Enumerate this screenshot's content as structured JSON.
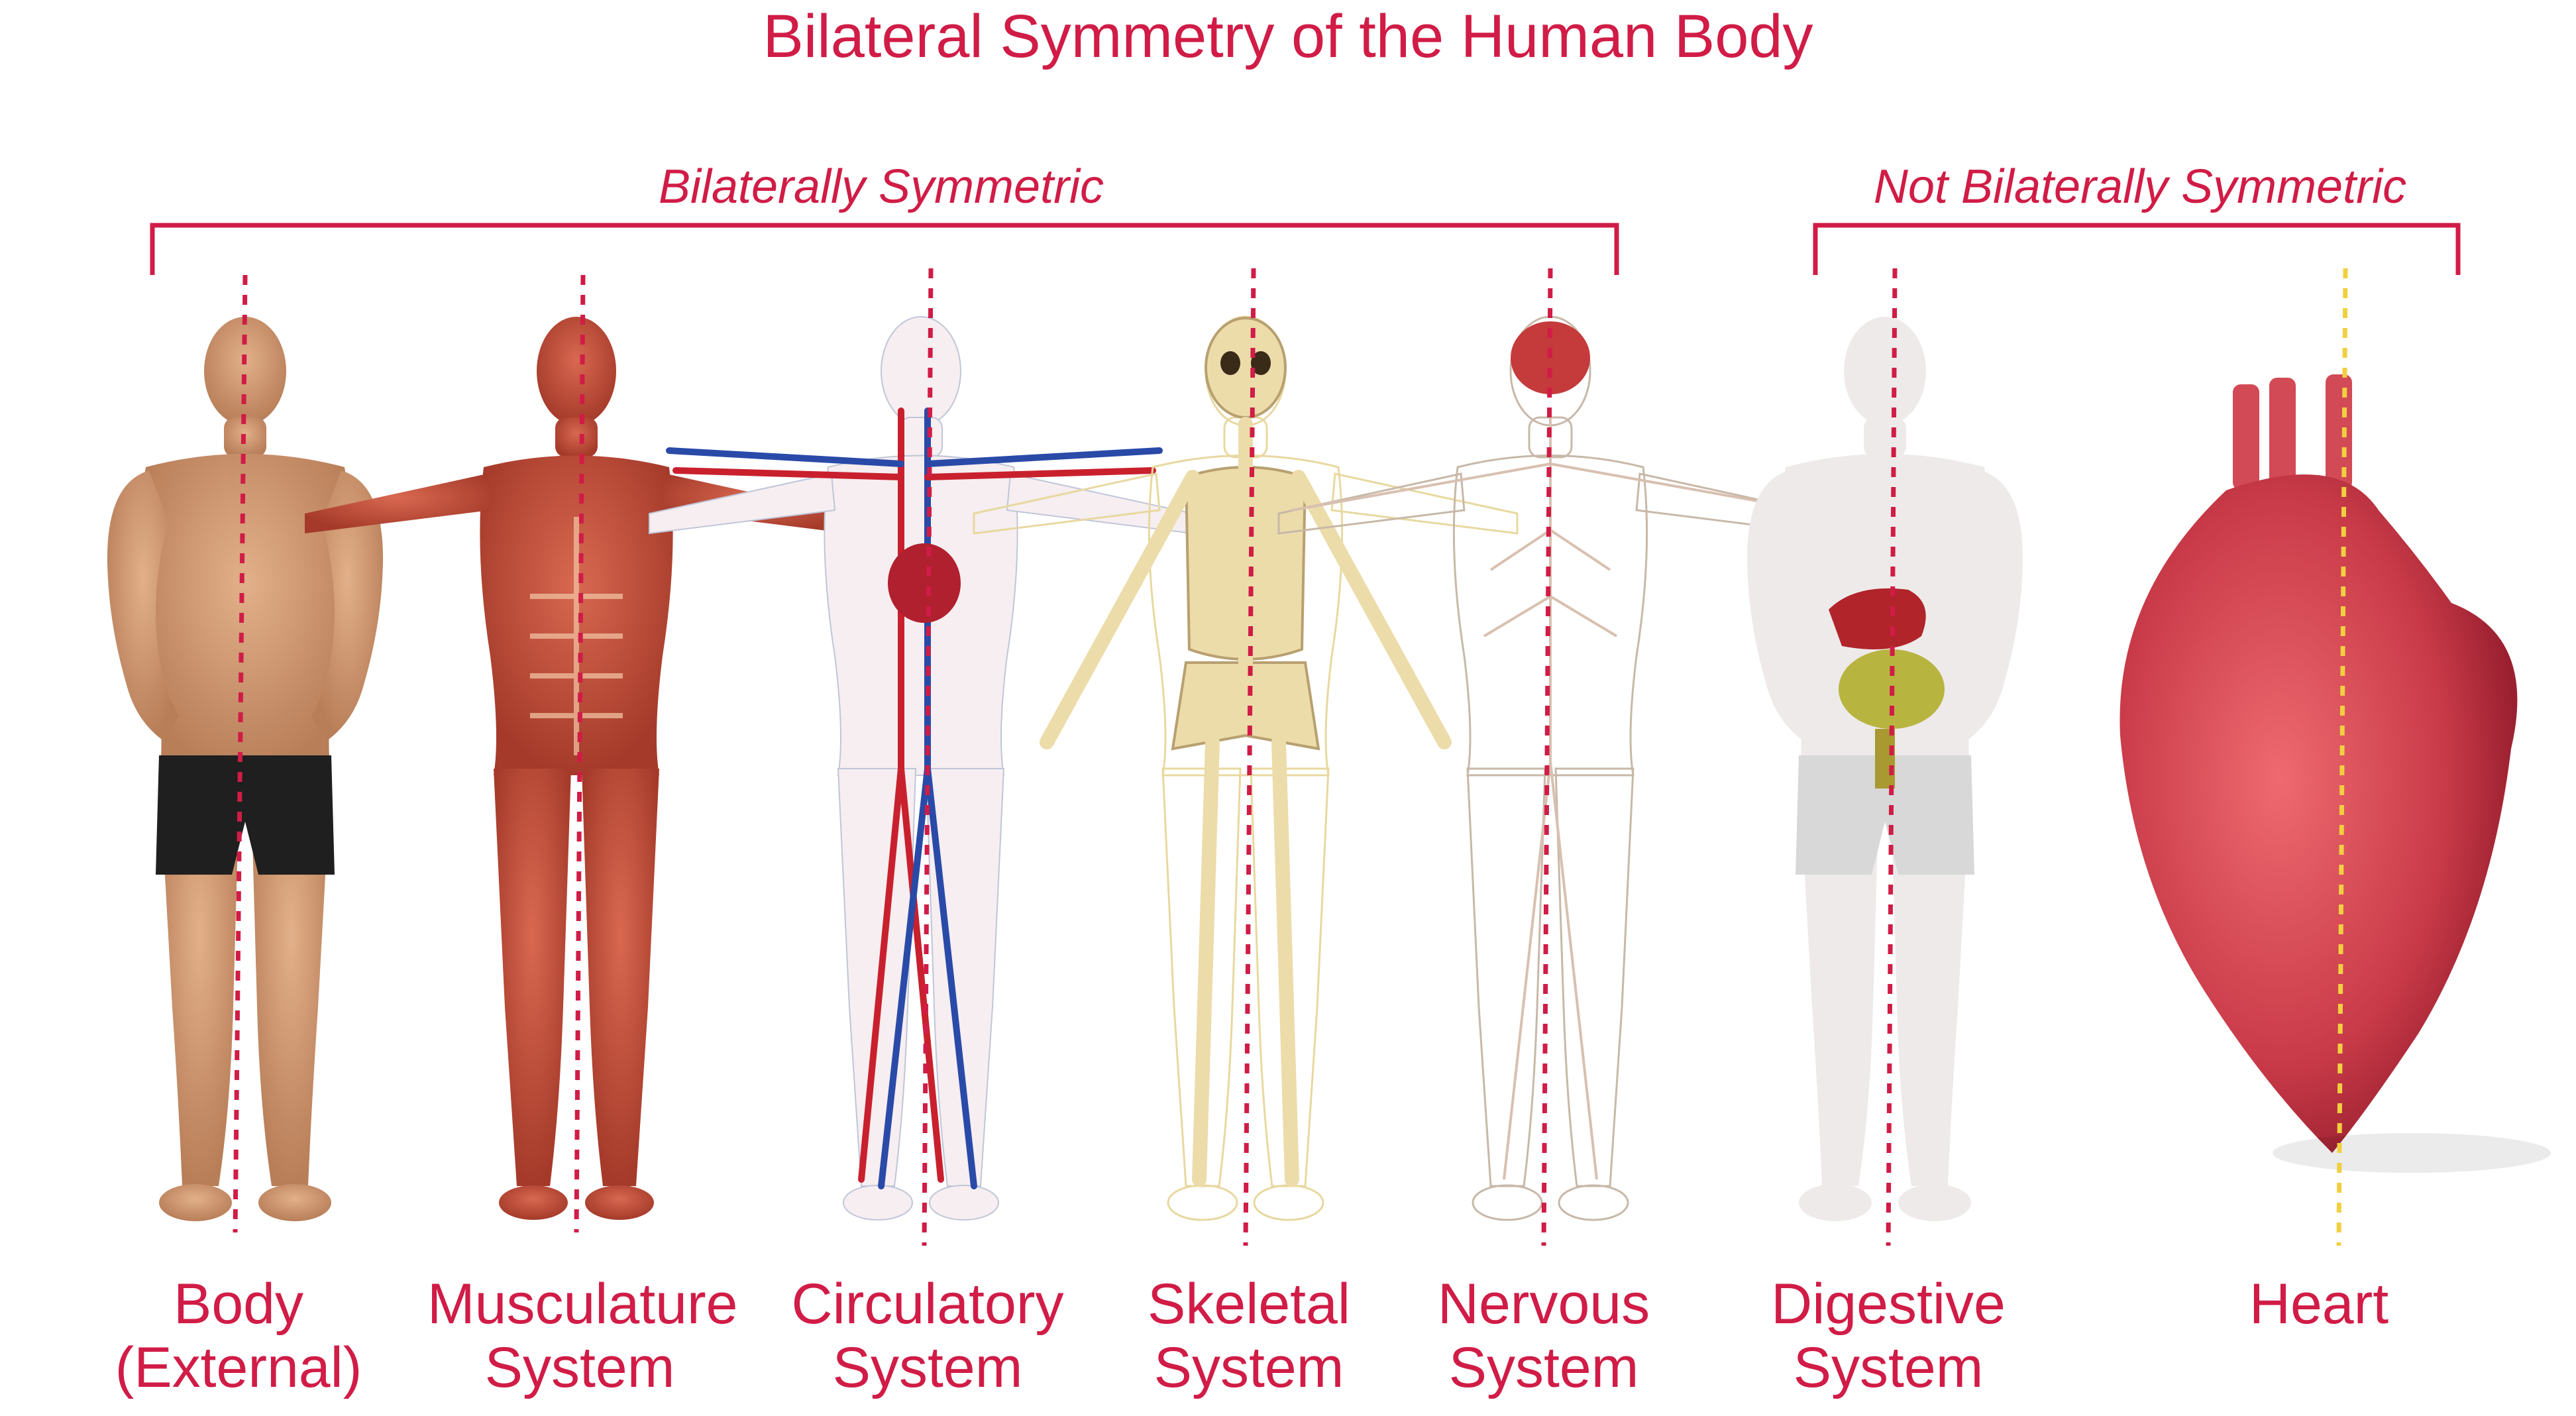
{
  "title": "Bilateral Symmetry of the Human Body",
  "groups": [
    {
      "label": "Bilaterally Symmetric"
    },
    {
      "label": "Not Bilaterally Symmetric"
    }
  ],
  "figures": [
    {
      "line1": "Body",
      "line2": "(External)"
    },
    {
      "line1": "Musculature",
      "line2": "System"
    },
    {
      "line1": "Circulatory",
      "line2": "System"
    },
    {
      "line1": "Skeletal",
      "line2": "System"
    },
    {
      "line1": "Nervous",
      "line2": "System"
    },
    {
      "line1": "Digestive",
      "line2": "System"
    },
    {
      "line1": "Heart",
      "line2": ""
    }
  ],
  "colors": {
    "accent": "#d01c46",
    "symmetric_line": "#d01c46",
    "asymmetric_line": "#f0d040"
  }
}
